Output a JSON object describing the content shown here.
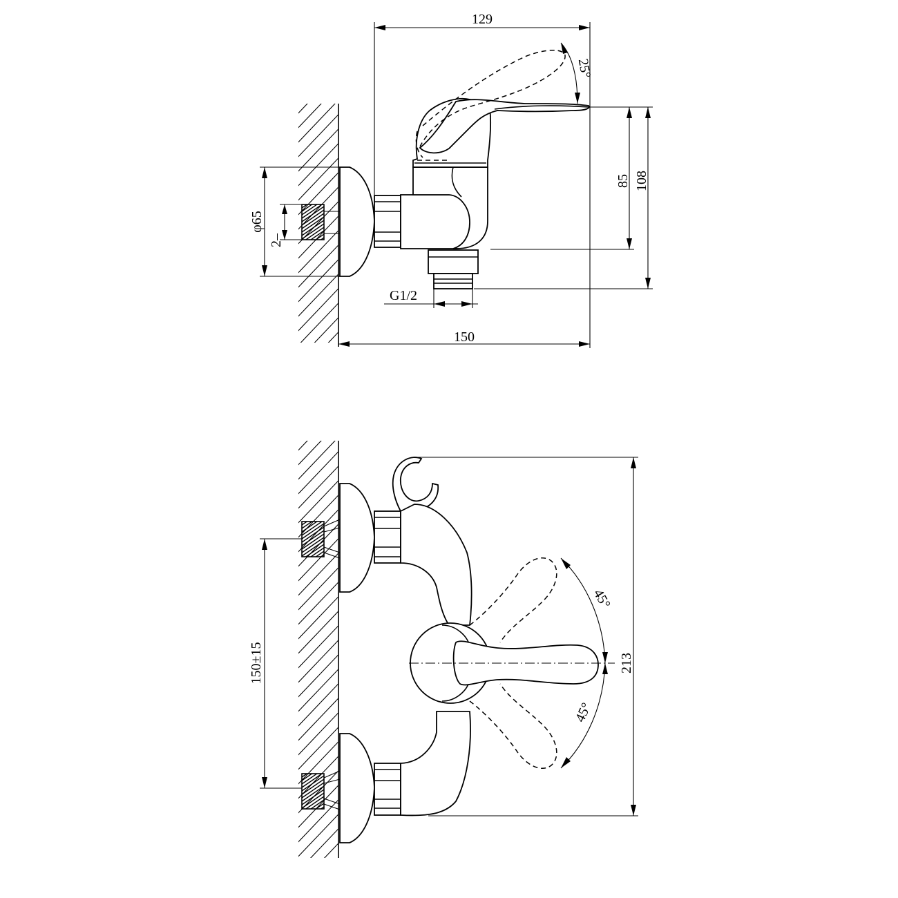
{
  "top_view": {
    "dim_overall_height_label": "129",
    "dim_angle_label": "25°",
    "dim_85_label": "85",
    "dim_108_label": "108",
    "dim_diameter_label": "φ65",
    "dim_thread_count_label": "2–",
    "dim_outlet_thread_label": "G1/2",
    "dim_width_label": "150"
  },
  "bottom_view": {
    "dim_spacing_label": "150±15",
    "dim_height_label": "213",
    "dim_angle_upper_label": "45°",
    "dim_angle_lower_label": "45°"
  }
}
